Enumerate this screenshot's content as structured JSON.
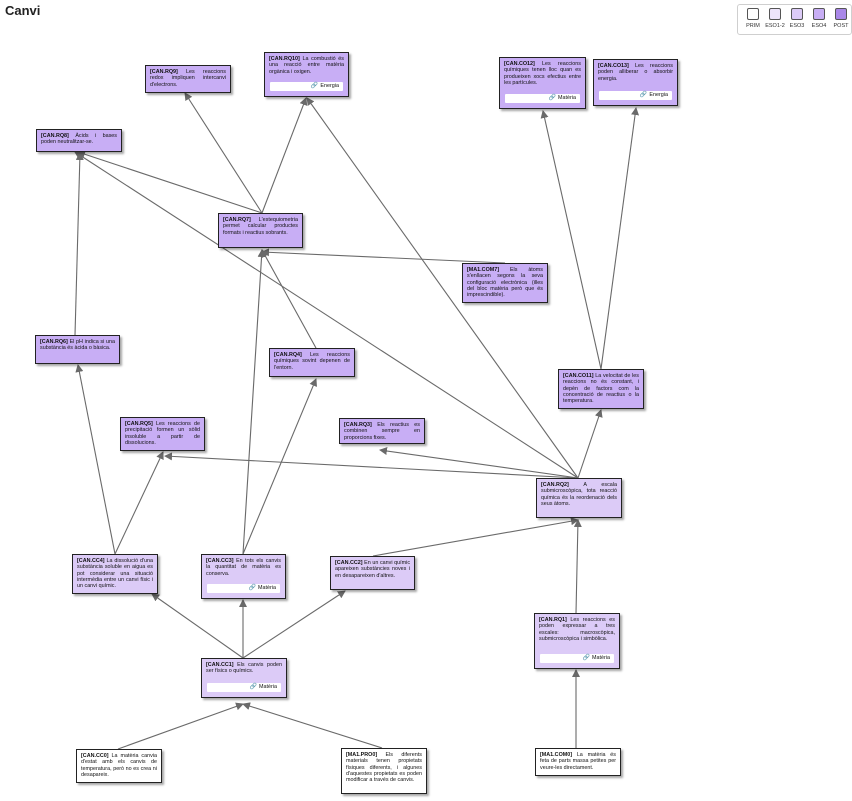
{
  "title": "Canvi",
  "legend": [
    {
      "id": "prim",
      "label": "PRIM",
      "color": "#ffffff"
    },
    {
      "id": "eso12",
      "label": "ESO1-2",
      "color": "#ede4fb"
    },
    {
      "id": "eso3",
      "label": "ESO3",
      "color": "#dccbf7"
    },
    {
      "id": "eso4",
      "label": "ESO4",
      "color": "#c8aef5"
    },
    {
      "id": "post",
      "label": "POST",
      "color": "#a987e8"
    }
  ],
  "nodes": [
    {
      "id": "RQ9",
      "code": "[CAN.RQ9]",
      "text": "Les reaccions redox impliquen intercanvi d'electrons.",
      "level": "eso4"
    },
    {
      "id": "RQ10",
      "code": "[CAN.RQ10]",
      "text": "La combustió és una reacció entre matèria orgànica i oxigen.",
      "level": "eso4",
      "badge": "Energia"
    },
    {
      "id": "CO12",
      "code": "[CAN.CO12]",
      "text": "Les reaccions químiques tenen lloc quan es produeixen xocs efectius entre les partícules.",
      "level": "eso4",
      "badge": "Matèria"
    },
    {
      "id": "CO13",
      "code": "[CAN.CO13]",
      "text": "Les reaccions poden alliberar o absorbir energia.",
      "level": "eso4",
      "badge": "Energia"
    },
    {
      "id": "RQ8",
      "code": "[CAN.RQ8]",
      "text": "Àcids i bases poden neutralitzar-se.",
      "level": "eso4"
    },
    {
      "id": "RQ7",
      "code": "[CAN.RQ7]",
      "text": "L'estequiometria permet calcular productes formats i reactius sobrants.",
      "level": "eso4"
    },
    {
      "id": "MA1",
      "code": "[MA1.COM7]",
      "text": "Els àtoms s'enllacen segons la seva configuració electrònica (illes del bloc matèria però que és imprescindible).",
      "level": "eso4"
    },
    {
      "id": "RQ6",
      "code": "[CAN.RQ6]",
      "text": "El pH indica si una substància és àcida o bàsica.",
      "level": "eso4"
    },
    {
      "id": "RQ4",
      "code": "[CAN.RQ4]",
      "text": "Les reaccions químiques sovint depenen de l'entorn.",
      "level": "eso4"
    },
    {
      "id": "CO11",
      "code": "[CAN.CO11]",
      "text": "La velocitat de les reaccions no és constant, i depèn de factors com la concentració de reactius o la temperatura.",
      "level": "eso4"
    },
    {
      "id": "RQ5",
      "code": "[CAN.RQ5]",
      "text": "Les reaccions de precipitació formen un sòlid insoluble a partir de dissolucions.",
      "level": "eso4"
    },
    {
      "id": "RQ3",
      "code": "[CAN.RQ3]",
      "text": "Els reactius es combinen sempre en proporcions fixes.",
      "level": "eso4"
    },
    {
      "id": "RQ2",
      "code": "[CAN.RQ2]",
      "text": "A escala submicroscòpica, tota reacció química és la reordenació dels seus àtoms.",
      "level": "eso3"
    },
    {
      "id": "CC4",
      "code": "[CAN.CC4]",
      "text": "La dissolució d'una substància soluble en aigua es pot considerar una situació intermèdia entre un canvi físic i un canvi químic.",
      "level": "eso3"
    },
    {
      "id": "CC3",
      "code": "[CAN.CC3]",
      "text": "En tots els canvis la quantitat de matèria es conserva.",
      "level": "eso3",
      "badge": "Matèria"
    },
    {
      "id": "CC2",
      "code": "[CAN.CC2]",
      "text": "En un canvi químic apareixen substàncies noves i en desapareixen d'altres.",
      "level": "eso3"
    },
    {
      "id": "RQ1",
      "code": "[CAN.RQ1]",
      "text": "Les reaccions es poden expressar a tres escales: macroscòpica, submicroscòpica i simbòlica.",
      "level": "eso3",
      "badge": "Matèria"
    },
    {
      "id": "CC1",
      "code": "[CAN.CC1]",
      "text": "Els canvis poden ser físics o químics.",
      "level": "eso3",
      "badge": "Matèria"
    },
    {
      "id": "CC0",
      "code": "[CAN.CC0]",
      "text": "La matèria canvia d'estat amb els canvis de temperatura, però no es crea ni desapareix.",
      "level": "prim"
    },
    {
      "id": "PRO0",
      "code": "[MA1.PRO0]",
      "text": "Els diferents materials tenen propietats físiques diferents, i algunes d'aquestes propietats es poden modificar a través de canvis.",
      "level": "prim"
    },
    {
      "id": "COM0",
      "code": "[MA1.COM0]",
      "text": "La matèria és feta de parts massa petites per veure-les directament.",
      "level": "prim"
    }
  ]
}
